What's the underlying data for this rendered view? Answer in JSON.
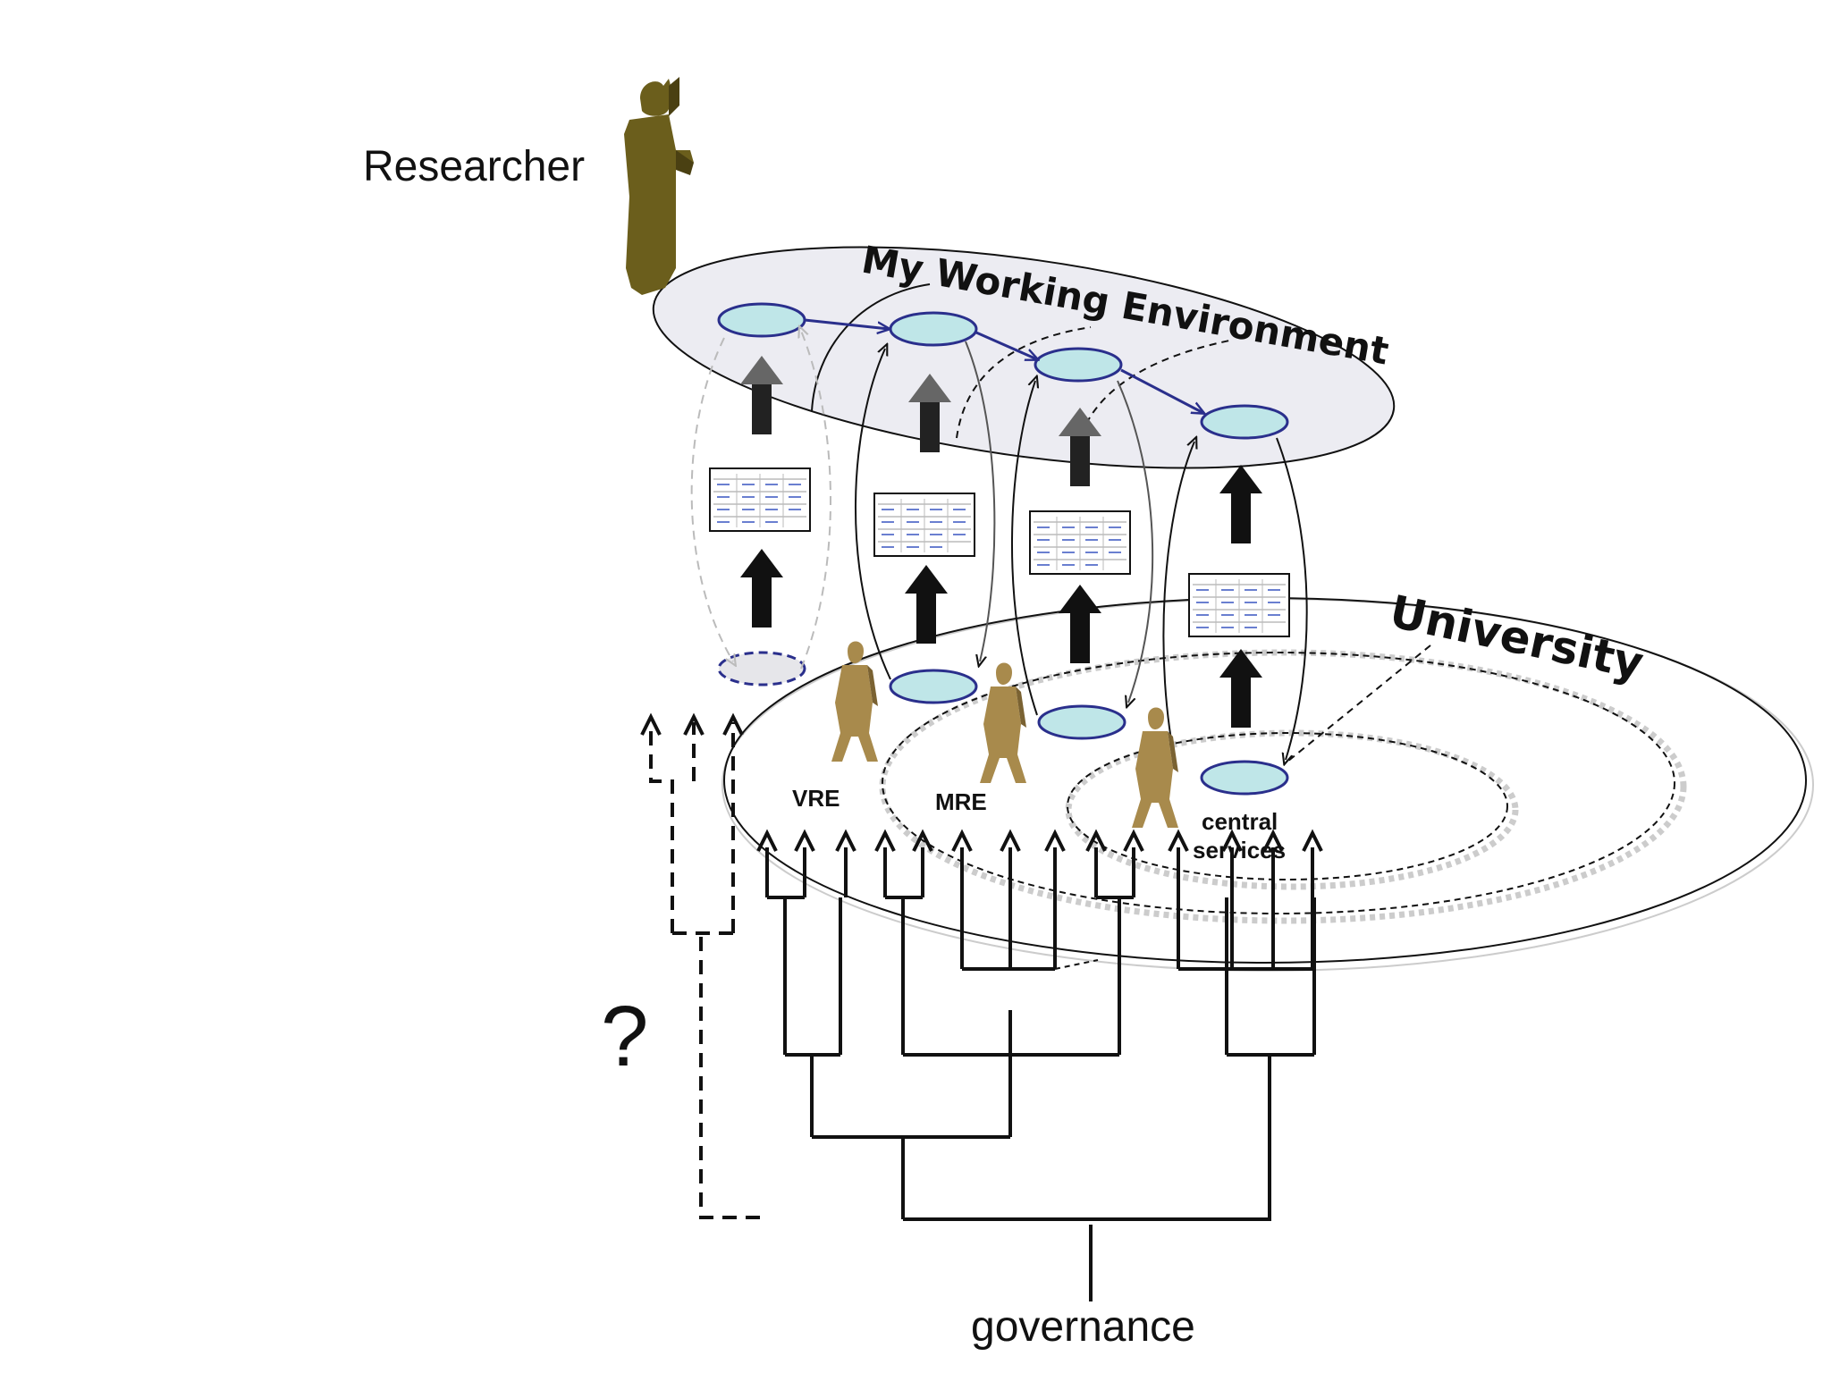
{
  "labels": {
    "researcher": "Researcher",
    "working_environment": "My Working Environment",
    "university": "University",
    "vre": "VRE",
    "mre": "MRE",
    "central_services_line1": "central",
    "central_services_line2": "services",
    "question_mark": "?",
    "governance": "governance"
  },
  "colors": {
    "researcher_figure": "#6b5e1c",
    "walking_figure": "#a88a4c",
    "service_ellipse_fill": "#bfe6e8",
    "service_ellipse_stroke": "#2a2f8c",
    "workspace_plane": "#ececf2",
    "arrow_dark": "#111111",
    "arrow_grey": "#555555"
  },
  "icons": [
    "researcher-figure-icon",
    "walking-person-icon",
    "document-table-icon",
    "up-arrow-icon"
  ]
}
